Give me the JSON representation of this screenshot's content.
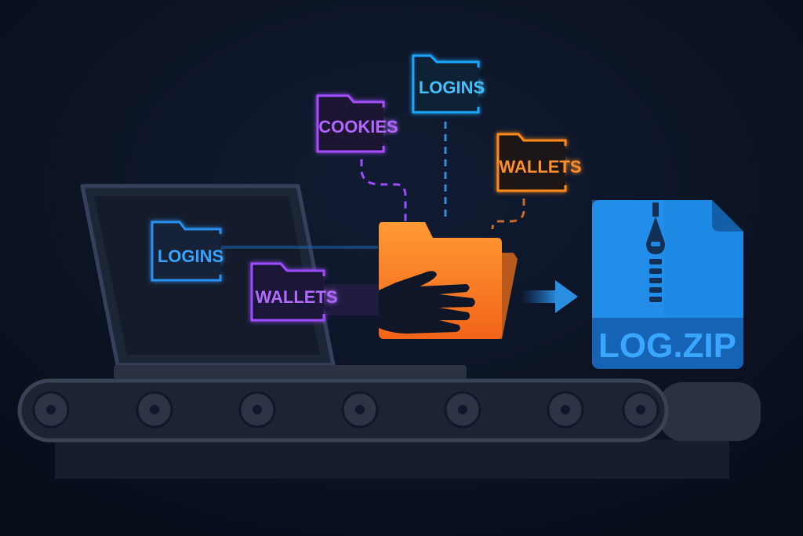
{
  "folders": {
    "laptop_logins": "LOGINS",
    "laptop_wallets": "WALLETS",
    "cookies": "COOKIES",
    "top_logins": "LOGINS",
    "top_wallets": "WALLETS"
  },
  "archive": {
    "label": "LOG.ZIP"
  },
  "colors": {
    "background": "#0b1220",
    "blue": "#2a9bff",
    "purple": "#a14dff",
    "orange": "#ff8a1f",
    "zip": "#1e88e5"
  }
}
